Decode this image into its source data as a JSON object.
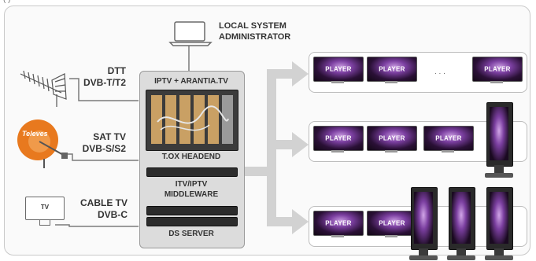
{
  "top_cut_label": "(         )",
  "admin": {
    "line1": "LOCAL SYSTEM",
    "line2": "ADMINISTRATOR"
  },
  "sources": {
    "dtt": {
      "line1": "DTT",
      "line2": "DVB-T/T2"
    },
    "sat": {
      "line1": "SAT TV",
      "line2": "DVB-S/S2"
    },
    "cable": {
      "line1": "CABLE TV",
      "line2": "DVB-C"
    }
  },
  "sat_brand": "Televes",
  "tv_label": "TV",
  "headend": {
    "title": "IPTV + ARANTIA.TV",
    "headend_label": "T.OX HEADEND",
    "middleware_line1": "ITV/IPTV",
    "middleware_line2": "MIDDLEWARE",
    "ds_server": "DS SERVER"
  },
  "player_label": "PLAYER",
  "ellipsis": ". . .",
  "colors": {
    "frame": "#c9c9c9",
    "arrow": "#d2d2d2",
    "text": "#333333",
    "screen_accent": "#7b3fa0",
    "sat_dish": "#e8791e"
  }
}
